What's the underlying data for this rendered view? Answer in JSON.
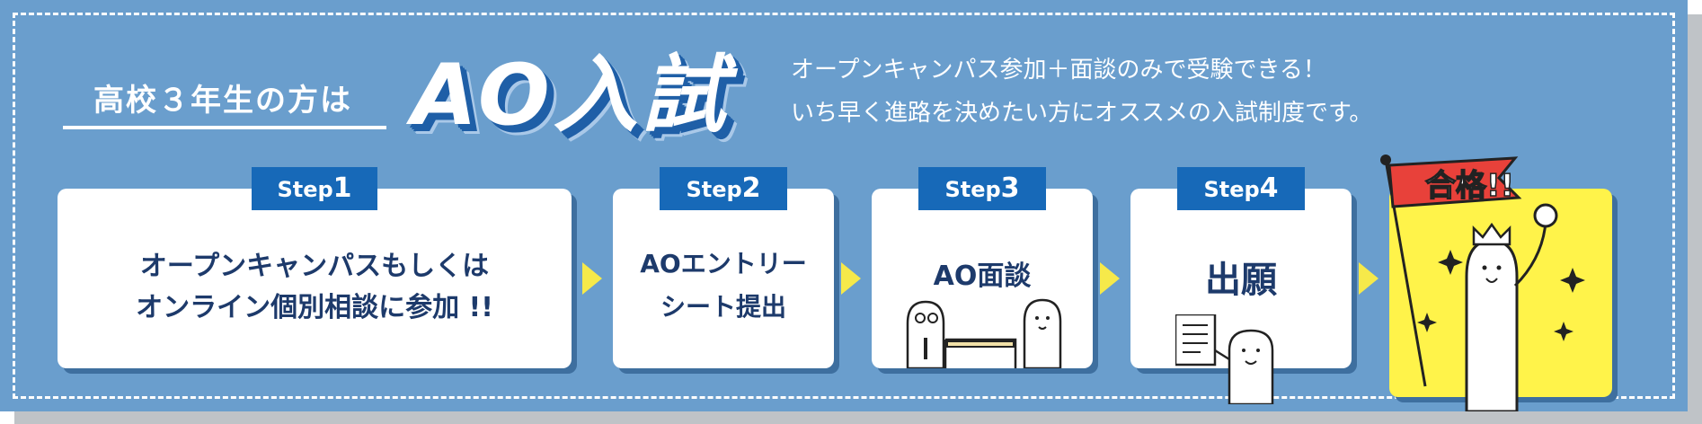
{
  "heading": {
    "prefix": "高校３年生の方は",
    "main": "AO入試"
  },
  "description": {
    "line1": "オープンキャンパス参加＋面談のみで受験できる！",
    "line2": "いち早く進路を決めたい方にオススメの入試制度です。"
  },
  "steps": [
    {
      "tag_word": "Step",
      "tag_num": "1",
      "line1": "オープンキャンパスもしくは",
      "line2": "オンライン個別相談に参加 !!"
    },
    {
      "tag_word": "Step",
      "tag_num": "2",
      "line1": "AOエントリー",
      "line2": "シート提出"
    },
    {
      "tag_word": "Step",
      "tag_num": "3",
      "line1": "AO面談"
    },
    {
      "tag_word": "Step",
      "tag_num": "4",
      "line1": "出願"
    }
  ],
  "goal": {
    "flag_text": "合格!!"
  },
  "colors": {
    "background": "#6a9ecd",
    "step_tag": "#1769b8",
    "card_text": "#1d3a6b",
    "arrow": "#f6e94a",
    "goal_card": "#fff34a",
    "flag": "#e8413a"
  }
}
